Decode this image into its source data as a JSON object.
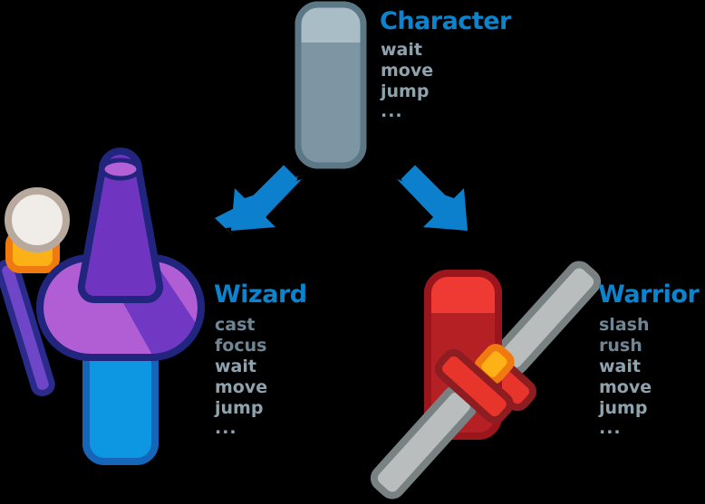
{
  "diagram": {
    "kind": "class-inheritance-diagram",
    "background_color": "#000000",
    "title_color": "#0b84d0",
    "method_color": "#8fa3ae"
  },
  "nodes": {
    "character": {
      "title": "Character",
      "methods": [
        "wait",
        "move",
        "jump"
      ],
      "ellipsis": "...",
      "figure": {
        "name": "character-capsule",
        "body_color": "#7e96a3",
        "head_color": "#a9bdc6",
        "outline_color": "#5c7785"
      }
    },
    "wizard": {
      "title": "Wizard",
      "methods": [
        "cast",
        "focus",
        "wait",
        "move",
        "jump"
      ],
      "own_methods": [
        "cast",
        "focus"
      ],
      "ellipsis": "...",
      "figure": {
        "name": "wizard-capsule",
        "body_color": "#0d97e2",
        "body_outline_color": "#1566b8",
        "hat_brim_color": "#b15ed4",
        "hat_shadow_color": "#7139c3",
        "hat_cone_color": "#6f35c0",
        "hat_cone_top_color": "#b461d7",
        "outline_color": "#21257e",
        "staff_orb_color": "#f0ece8",
        "staff_orb_outline_color": "#b8a99f",
        "staff_grip_color": "#fcb216",
        "staff_grip_outline_color": "#f07a10",
        "staff_handle_color": "#6f46c8",
        "staff_handle_outline_color": "#2b2b8c"
      }
    },
    "warrior": {
      "title": "Warrior",
      "methods": [
        "slash",
        "rush",
        "wait",
        "move",
        "jump"
      ],
      "own_methods": [
        "slash",
        "rush"
      ],
      "ellipsis": "...",
      "figure": {
        "name": "warrior-capsule",
        "body_color": "#b52025",
        "head_color": "#ee3a32",
        "outline_color": "#9b161c",
        "sword_blade_color": "#b9bdbe",
        "sword_blade_outline_color": "#7a8183",
        "sword_guard_color": "#e8352c",
        "sword_guard_outline_color": "#8e1d21",
        "sword_grip_color": "#fcb216",
        "sword_grip_outline_color": "#f07a10"
      }
    }
  },
  "arrows": [
    {
      "name": "arrow-character-to-wizard",
      "direction": "down-left",
      "color": "#0c80cc"
    },
    {
      "name": "arrow-character-to-warrior",
      "direction": "down-right",
      "color": "#0c80cc"
    }
  ]
}
